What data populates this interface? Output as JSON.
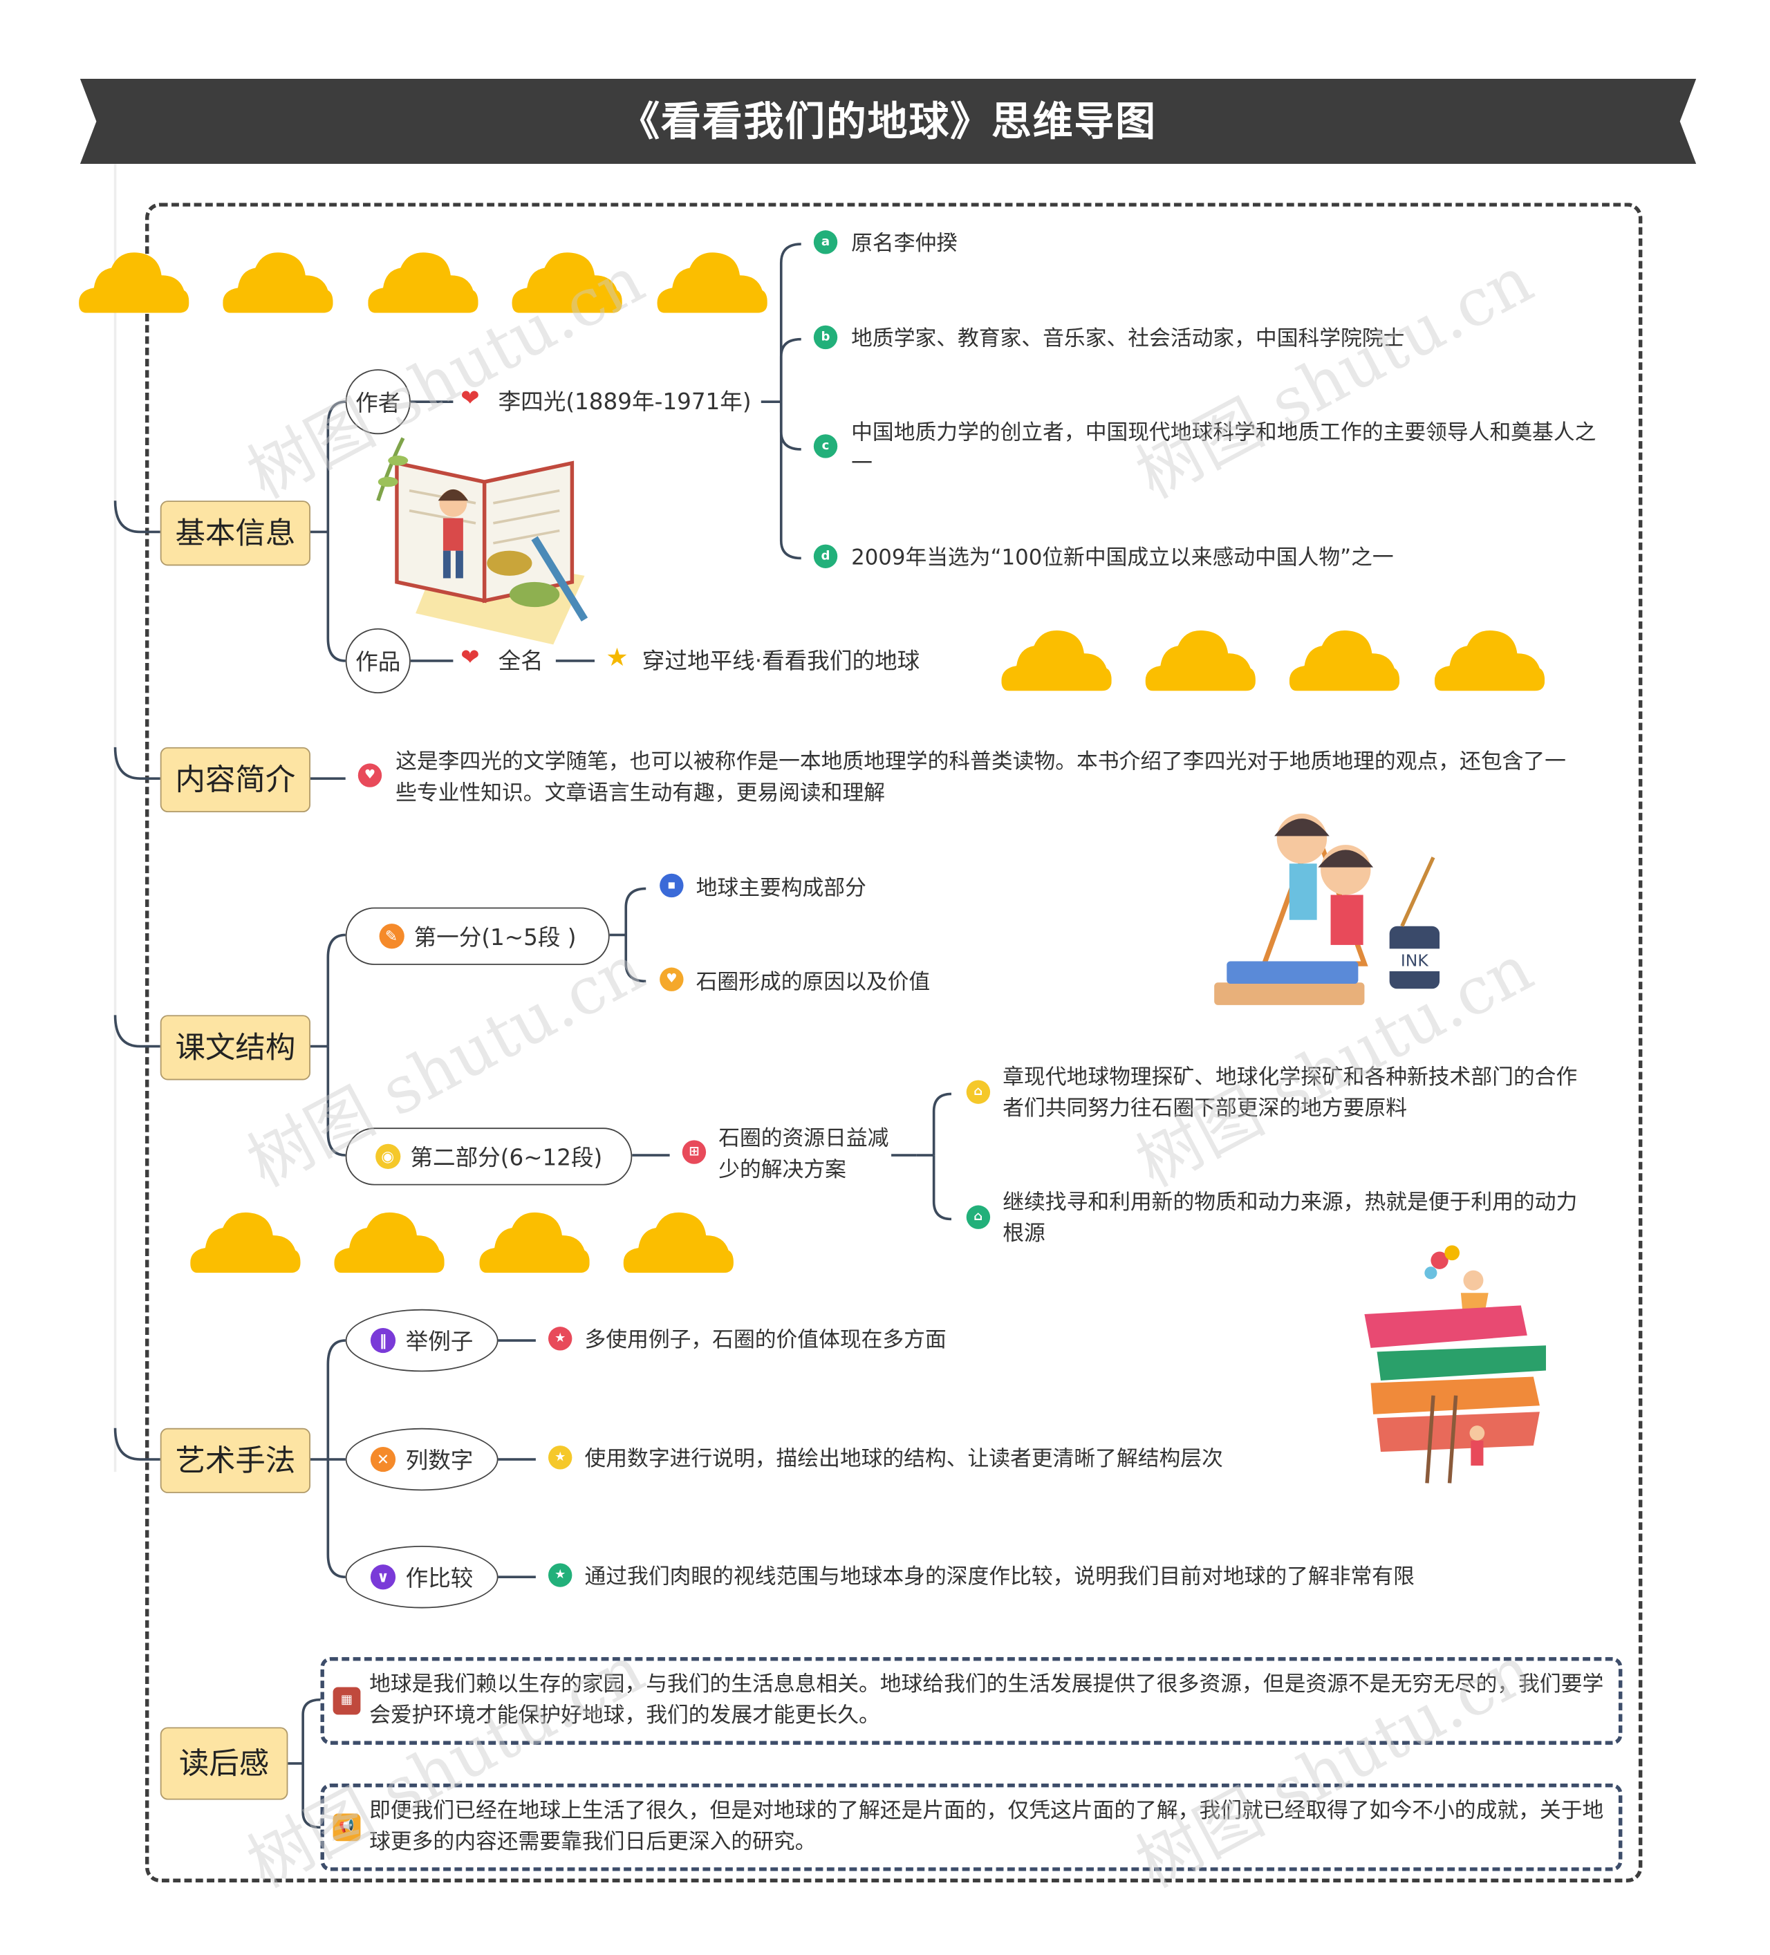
{
  "title": "《看看我们的地球》思维导图",
  "categories": {
    "basic": "基本信息",
    "intro": "内容简介",
    "structure": "课文结构",
    "art": "艺术手法",
    "feeling": "读后感"
  },
  "basic": {
    "author_label": "作者",
    "author_name": "李四光(1889年-1971年)",
    "author_facts": [
      "原名李仲揆",
      "地质学家、教育家、音乐家、社会活动家，中国科学院院士",
      "中国地质力学的创立者，中国现代地球科学和地质工作的主要领导人和奠基人之一",
      "2009年当选为“100位新中国成立以来感动中国人物”之一"
    ],
    "work_label": "作品",
    "work_key": "全名",
    "work_value": "穿过地平线·看看我们的地球"
  },
  "intro": {
    "text": "这是李四光的文学随笔，也可以被称作是一本地质地理学的科普类读物。本书介绍了李四光对于地质地理的观点，还包含了一些专业性知识。文章语言生动有趣，更易阅读和理解"
  },
  "structure": {
    "part1": "第一分(1~5段 )",
    "part1_items": [
      "地球主要构成部分",
      "石圈形成的原因以及价值"
    ],
    "part2": "第二部分(6~12段)",
    "part2_mid": "石圈的资源日益减少的解决方案",
    "part2_items": [
      "章现代地球物理探矿、地球化学探矿和各种新技术部门的合作者们共同努力往石圈下部更深的地方要原料",
      "继续找寻和利用新的物质和动力来源，热就是便于利用的动力根源"
    ]
  },
  "art": {
    "items": [
      {
        "label": "举例子",
        "text": "多使用例子，石圈的价值体现在多方面"
      },
      {
        "label": "列数字",
        "text": "使用数字进行说明，描绘出地球的结构、让读者更清晰了解结构层次"
      },
      {
        "label": "作比较",
        "text": "通过我们肉眼的视线范围与地球本身的深度作比较，说明我们目前对地球的了解非常有限"
      }
    ]
  },
  "feeling": {
    "items": [
      "地球是我们赖以生存的家园，与我们的生活息息相关。地球给我们的生活发展提供了很多资源，但是资源不是无穷无尽的，我们要学会爱护环境才能保护好地球，我们的发展才能更长久。",
      "即便我们已经在地球上生活了很久，但是对地球的了解还是片面的，仅凭这片面的了解，我们就已经取得了如今不小的成就，关于地球更多的内容还需要靠我们日后更深入的研究。"
    ]
  },
  "watermark": "树图 shutu.cn",
  "colors": {
    "banner": "#3d3d3d",
    "category_fill": "#fde4a3",
    "cloud": "#fbbe00",
    "connector": "#3c4a5c"
  }
}
